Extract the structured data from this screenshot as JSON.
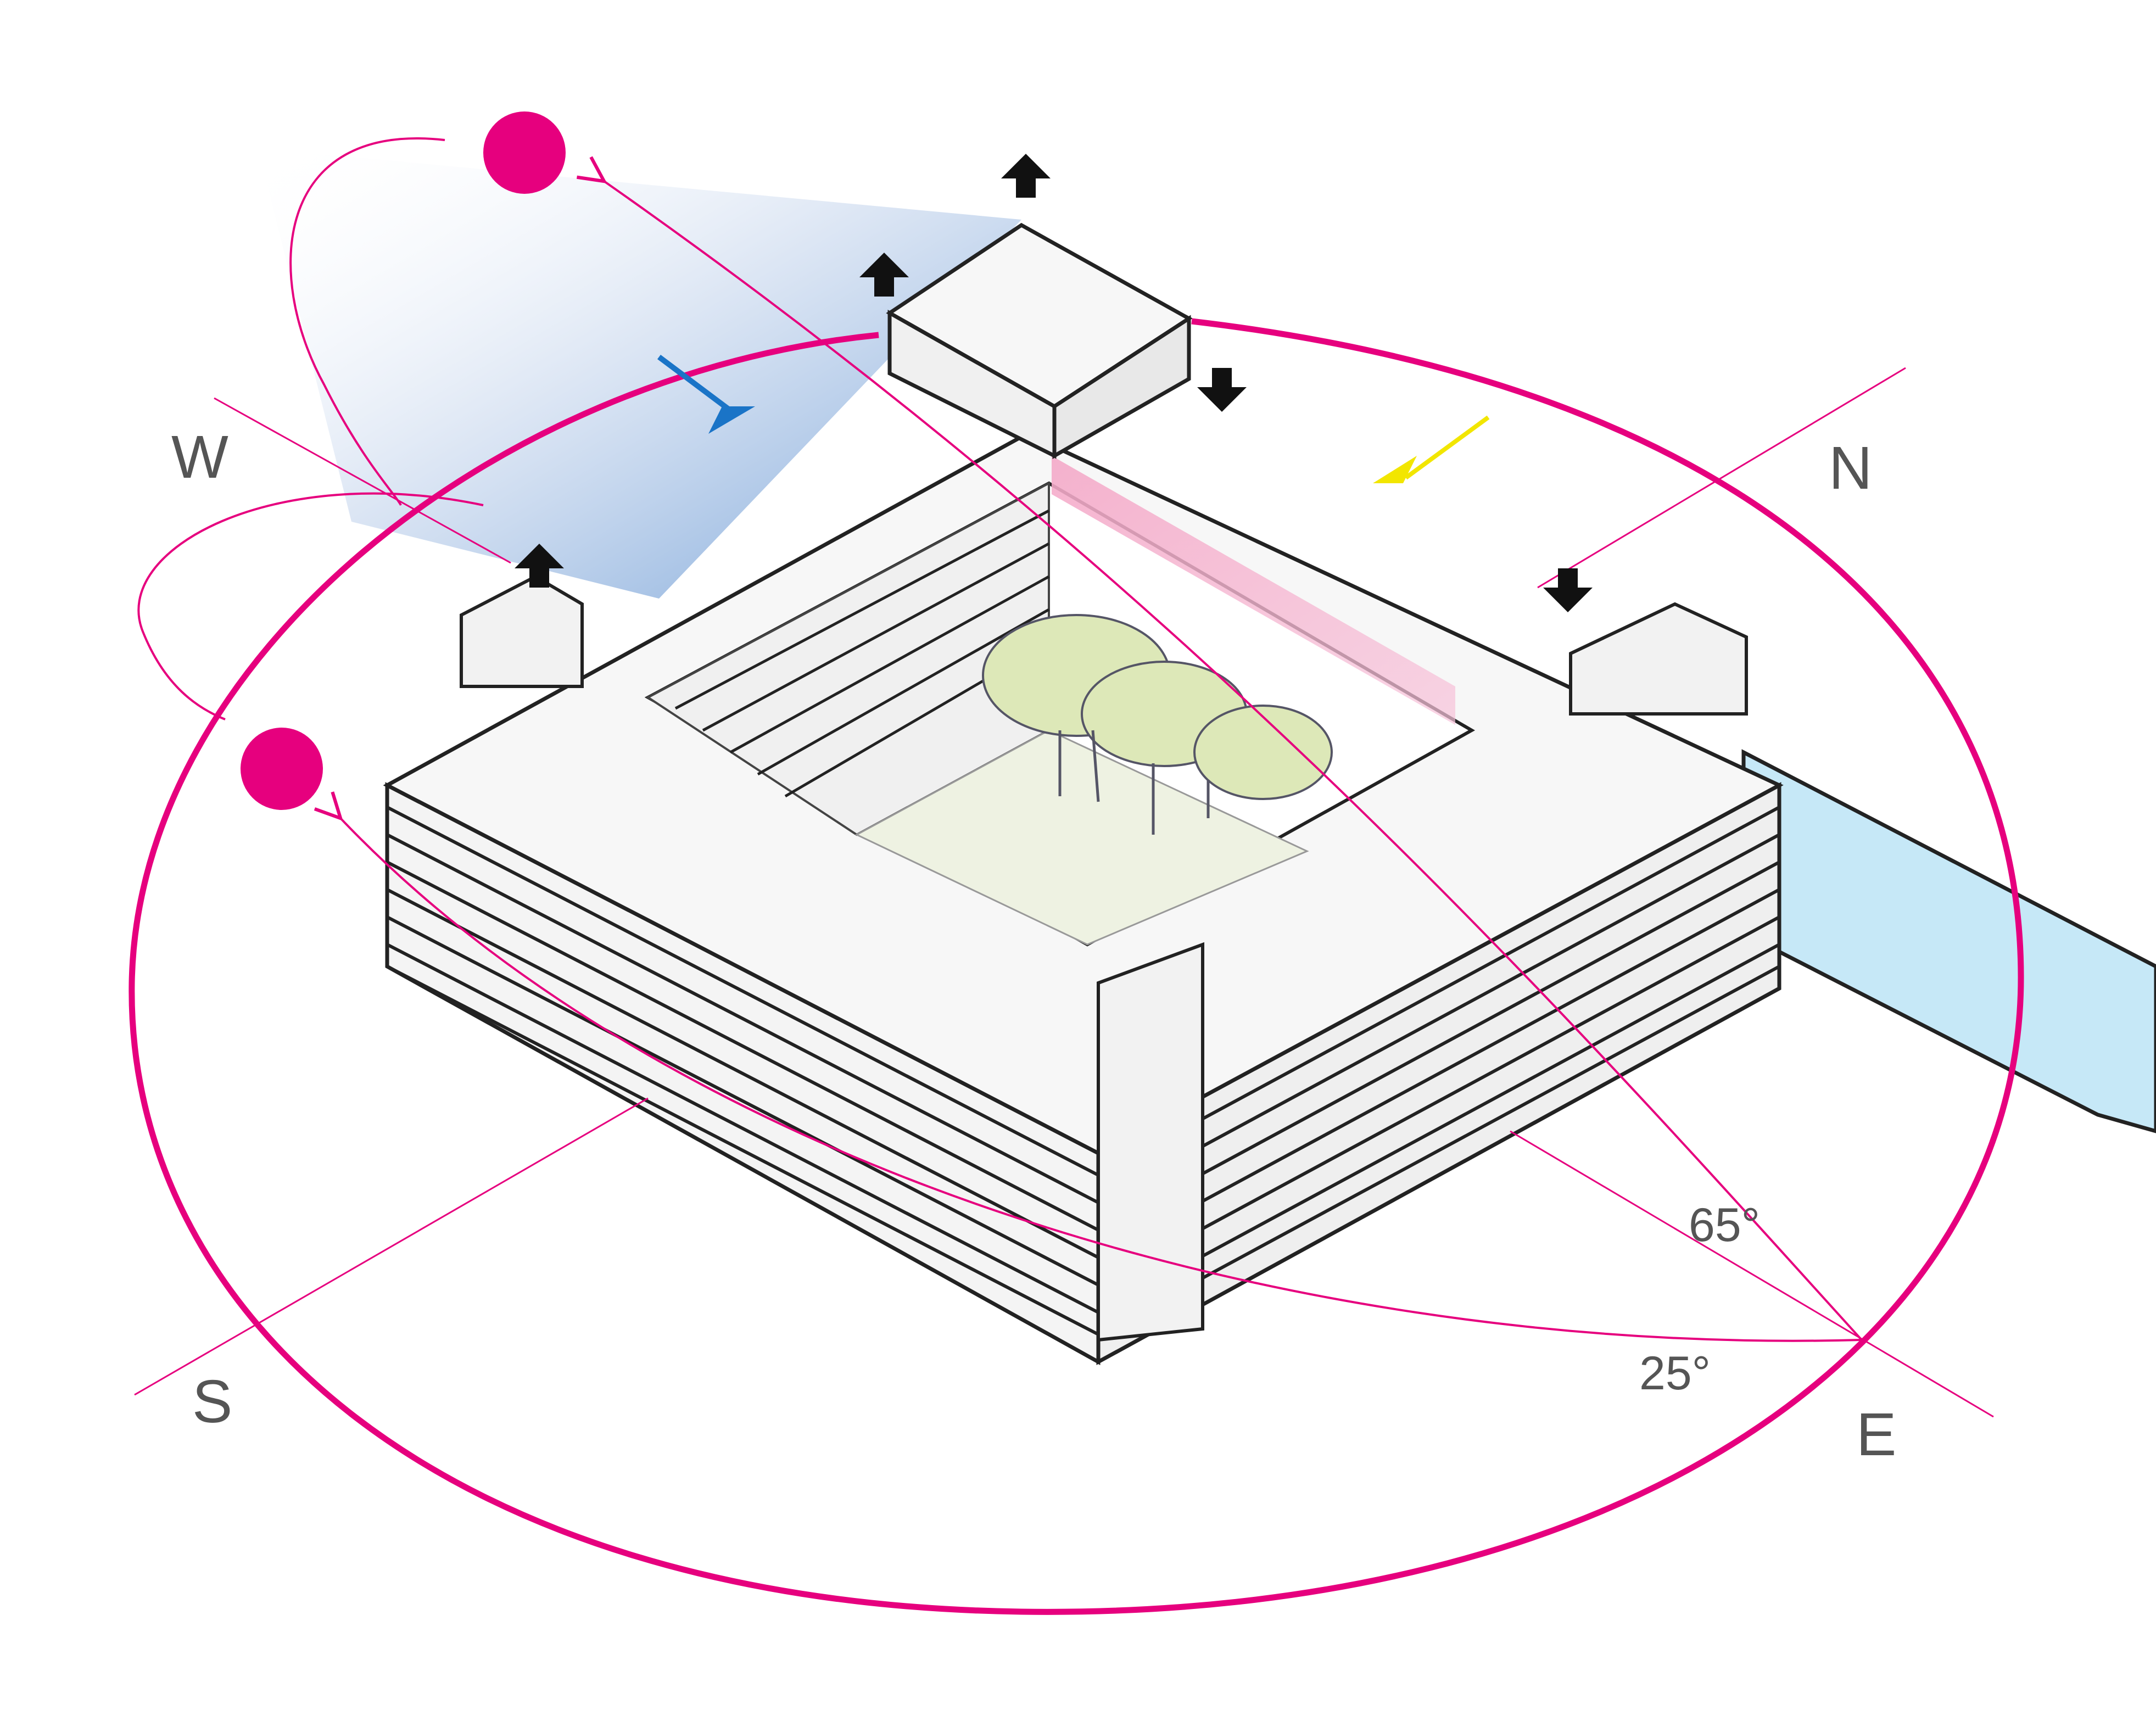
{
  "compass": {
    "west": "W",
    "north": "N",
    "south": "S",
    "east": "E"
  },
  "angles": {
    "summer_altitude": "65°",
    "winter_altitude": "25°"
  },
  "colors": {
    "sun_path": "#e6007e",
    "sun": "#e6007e",
    "wind_arrow": "#1a74c7",
    "light_arrow": "#f2e600",
    "water": "#c6e8f7",
    "tree_canopy": "#dde8b8",
    "courtyard_ground": "#eef2e2",
    "heated_wall": "#f4a9c8",
    "building_outline": "#222222"
  },
  "icons": {
    "airflow_up": "arrow-up-icon",
    "airflow_down": "arrow-down-icon",
    "sun": "sun-icon"
  }
}
